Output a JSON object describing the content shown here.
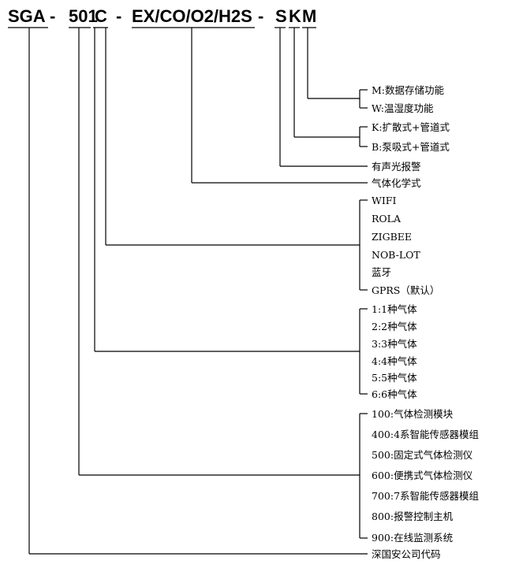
{
  "code": {
    "sga": "SGA",
    "dash1": "-",
    "model": "501",
    "comm": "C",
    "dash2": "-",
    "gas": "EX/CO/O2/H2S",
    "dash3": "-",
    "alarm": "S",
    "mount": "K",
    "func": "M"
  },
  "groups": {
    "func": [
      "M:数据存储功能",
      "W:温湿度功能"
    ],
    "mount": [
      "K:扩散式+管道式",
      "B:泵吸式+管道式"
    ],
    "alarm": [
      "有声光报警"
    ],
    "gas": [
      "气体化学式"
    ],
    "comm": [
      "WIFI",
      "ROLA",
      "ZIGBEE",
      "NOB-LOT",
      "蓝牙",
      "GPRS（默认）"
    ],
    "count": [
      "1:1种气体",
      "2:2种气体",
      "3:3种气体",
      "4:4种气体",
      "5:5种气体",
      "6:6种气体"
    ],
    "model": [
      "100:气体检测模块",
      "400:4系智能传感器模组",
      "500:固定式气体检测仪",
      "600:便携式气体检测仪",
      "700:7系智能传感器模组",
      "800:报警控制主机",
      "900:在线监测系统"
    ],
    "company": [
      "深国安公司代码"
    ]
  }
}
